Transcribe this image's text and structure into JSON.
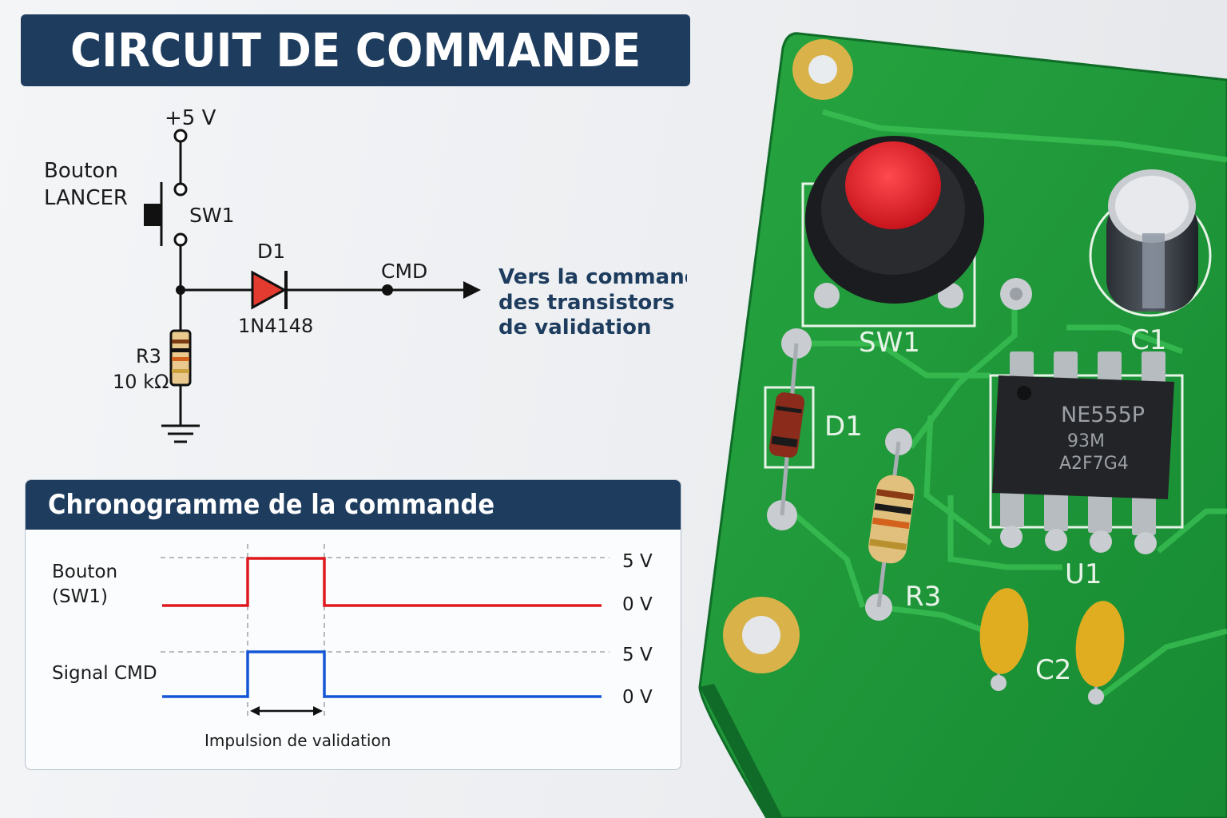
{
  "title": "CIRCUIT DE COMMANDE",
  "schematic": {
    "supply_label": "+5 V",
    "button_label_line1": "Bouton",
    "button_label_line2": "LANCER",
    "switch_ref": "SW1",
    "diode_ref": "D1",
    "diode_part": "1N4148",
    "resistor_ref": "R3",
    "resistor_value": "10 kΩ",
    "node_label": "CMD",
    "destination_line1": "Vers la commande",
    "destination_line2": "des transistors",
    "destination_line3": "de validation"
  },
  "chronogram": {
    "title": "Chronogramme de la commande",
    "signal1_label_line1": "Bouton",
    "signal1_label_line2": "(SW1)",
    "signal2_label": "Signal CMD",
    "high_level": "5 V",
    "low_level": "0 V",
    "pulse_label": "Impulsion de validation",
    "signal1_color": "#e0191e",
    "signal2_color": "#1556d6"
  },
  "pcb": {
    "switch_silk": "SW1",
    "cap1_silk": "C1",
    "diode_silk": "D1",
    "resistor_silk": "R3",
    "ic_silk": "U1",
    "cap2_silk": "C2",
    "ic_marking_line1": "NE555P",
    "ic_marking_line2": "93M",
    "ic_marking_line3": "A2F7G4",
    "board_color": "#1f9a3a",
    "button_color": "#e3232b"
  }
}
